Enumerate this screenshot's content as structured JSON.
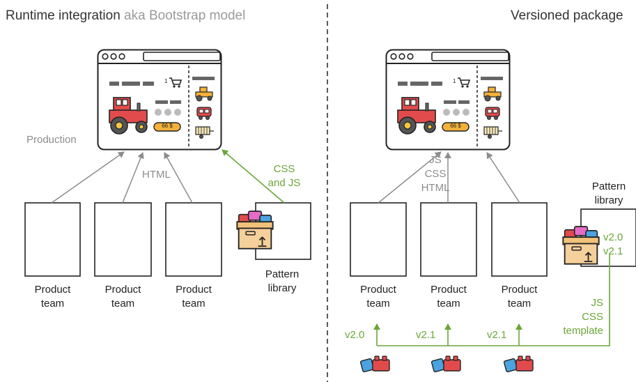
{
  "left": {
    "title_main": "Runtime integration",
    "title_aka": "aka Bootstrap model",
    "production_label": "Production",
    "html_label": "HTML",
    "css_js_label": [
      "CSS",
      "and JS"
    ],
    "teams": [
      {
        "label": [
          "Product",
          "team"
        ]
      },
      {
        "label": [
          "Product",
          "team"
        ]
      },
      {
        "label": [
          "Product",
          "team"
        ]
      }
    ],
    "pattern_library_label": [
      "Pattern",
      "library"
    ],
    "price_tag": "66 $",
    "cart_count": "1"
  },
  "right": {
    "title": "Versioned package",
    "js_css_html_label": [
      "JS",
      "CSS",
      "HTML"
    ],
    "pattern_library_label": [
      "Pattern",
      "library"
    ],
    "versions": [
      "v2.0",
      "v2.1"
    ],
    "js_css_template_label": [
      "JS",
      "CSS",
      "template"
    ],
    "teams": [
      {
        "label": [
          "Product",
          "team"
        ],
        "version": "v2.0"
      },
      {
        "label": [
          "Product",
          "team"
        ],
        "version": "v2.1"
      },
      {
        "label": [
          "Product",
          "team"
        ],
        "version": "v2.1"
      }
    ],
    "price_tag": "66 $",
    "cart_count": "1"
  },
  "colors": {
    "gray_arrow": "#8c8c8c",
    "green_accent": "#6aa638",
    "price_tag": "#f3b13b",
    "tractor_red": "#e24b4b"
  }
}
